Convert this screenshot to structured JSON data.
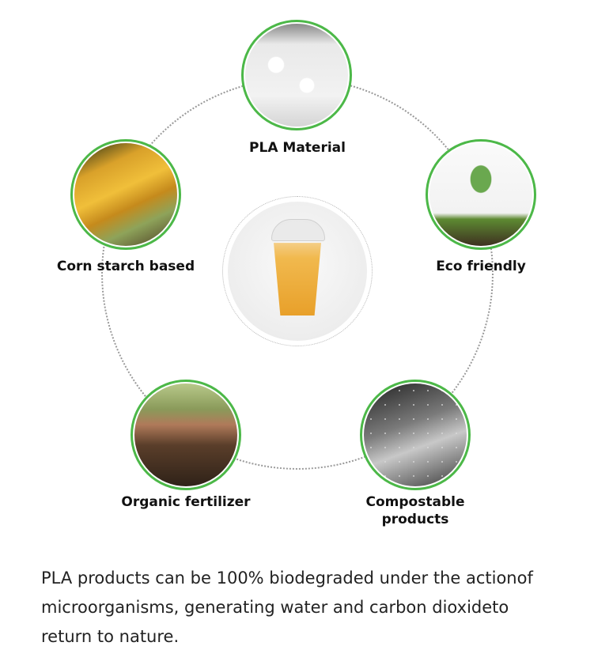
{
  "diagram": {
    "center": {
      "image": "plastic-cup-with-juice"
    },
    "nodes": [
      {
        "label": "PLA Material",
        "image": "pla-pellets"
      },
      {
        "label": "Corn starch based",
        "image": "corn"
      },
      {
        "label": "Eco friendly",
        "image": "plant-sprout"
      },
      {
        "label": "Organic fertilizer",
        "image": "soil-in-hand"
      },
      {
        "label": "Compostable products",
        "image": "molecular-tube"
      }
    ],
    "accent_color": "#4cb848"
  },
  "description": "PLA products can be 100% biodegraded under the actionof microorganisms, generating water and carbon dioxideto return to nature."
}
